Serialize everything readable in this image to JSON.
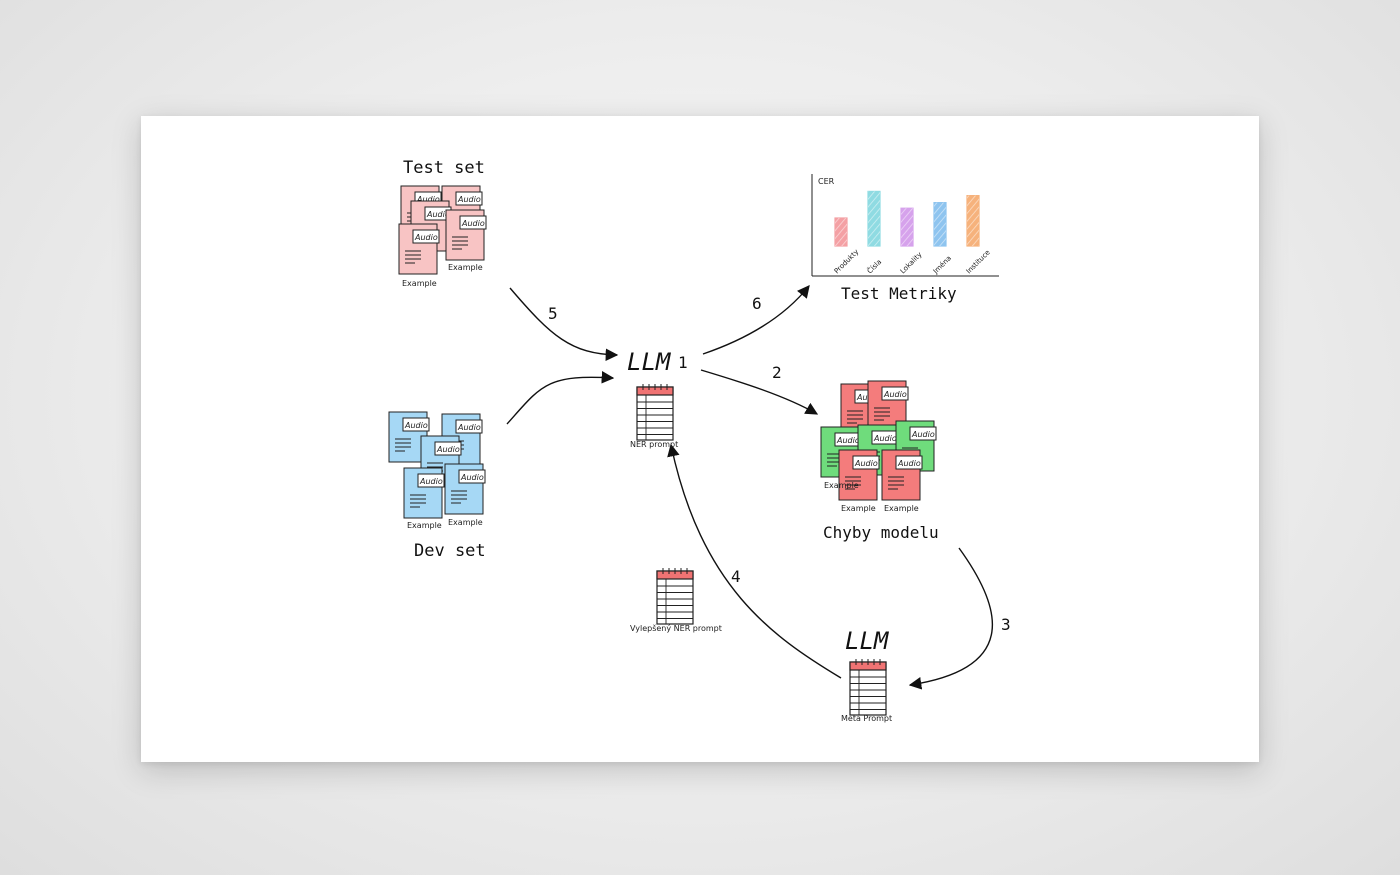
{
  "nodes": {
    "test_set": {
      "label": "Test set"
    },
    "dev_set": {
      "label": "Dev set"
    },
    "llm_main": {
      "label": "LLM",
      "caption": "NER prompt"
    },
    "llm_meta": {
      "label": "LLM",
      "caption": "Meta Prompt"
    },
    "improved_prompt": {
      "caption": "Vylepšený NER prompt"
    },
    "model_errors": {
      "label": "Chyby modelu"
    },
    "test_metrics": {
      "label": "Test Metriky"
    }
  },
  "doc": {
    "tag": "Audio",
    "caption": "Example"
  },
  "arrows": [
    "1",
    "2",
    "3",
    "4",
    "5",
    "6"
  ],
  "chart_data": {
    "type": "bar",
    "ylabel": "CER",
    "categories": [
      "Produkty",
      "Čísla",
      "Lokality",
      "Jména",
      "Instituce"
    ],
    "values": [
      0.4,
      0.78,
      0.54,
      0.62,
      0.72
    ],
    "colors": [
      "#f4a0a4",
      "#8fdbe2",
      "#d6a2ec",
      "#8ec4ef",
      "#f6b27c"
    ]
  },
  "colors": {
    "test_doc": "#f8c4c4",
    "dev_doc": "#a6d8f5",
    "error_red": "#f47c7c",
    "error_green": "#6fdc7c",
    "prompt_header": "#f07373"
  }
}
